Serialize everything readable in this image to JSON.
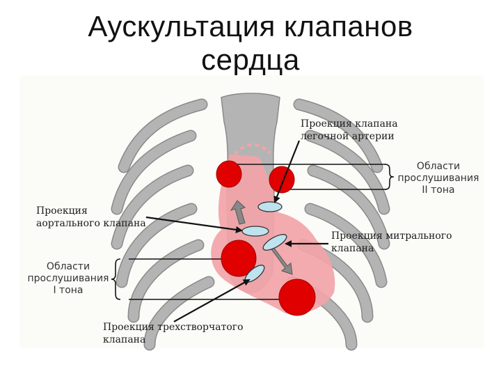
{
  "title": {
    "line1": "Аускультация клапанов",
    "line2": "сердца"
  },
  "labels": {
    "pulmonary": {
      "line1": "Проекция клапана",
      "line2": "легочной артерии"
    },
    "aortic": {
      "line1": "Проекция",
      "line2": "аортального клапана"
    },
    "mitral": {
      "line1": "Проекция митрального",
      "line2": "клапана"
    },
    "tricuspid": {
      "line1": "Проекция трехстворчатого",
      "line2": "клапана"
    }
  },
  "regions": {
    "second_tone": {
      "line1": "Области",
      "line2": "прослушивания",
      "line3": "II тона"
    },
    "first_tone": {
      "line1": "Области",
      "line2": "прослушивания",
      "line3": "I тона"
    }
  },
  "colors": {
    "bone": "#b4b4b4",
    "bone_edge": "#8a8a8a",
    "heart": "#f2a4a8",
    "auscultation_area": "#e00000",
    "valve": "#bfe3ee",
    "pointer": "#111111"
  }
}
